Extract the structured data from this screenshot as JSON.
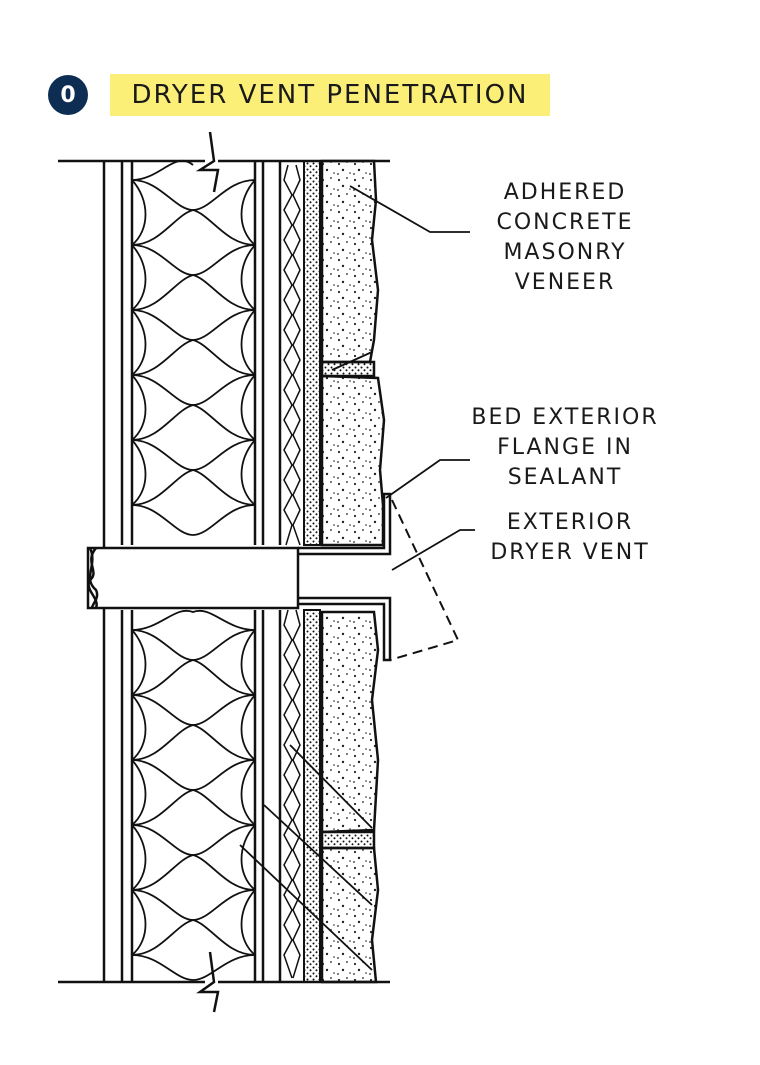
{
  "badge": {
    "number": "0",
    "color": "#0e2d52"
  },
  "title": {
    "text": "Dryer Vent Penetration",
    "highlight": "#fbef78"
  },
  "labels": {
    "veneer": [
      "Adhered",
      "Concrete",
      "Masonry",
      "Veneer"
    ],
    "flange": [
      "Bed Exterior",
      "Flange In",
      "Sealant"
    ],
    "vent": [
      "Exterior",
      "Dryer Vent"
    ]
  }
}
